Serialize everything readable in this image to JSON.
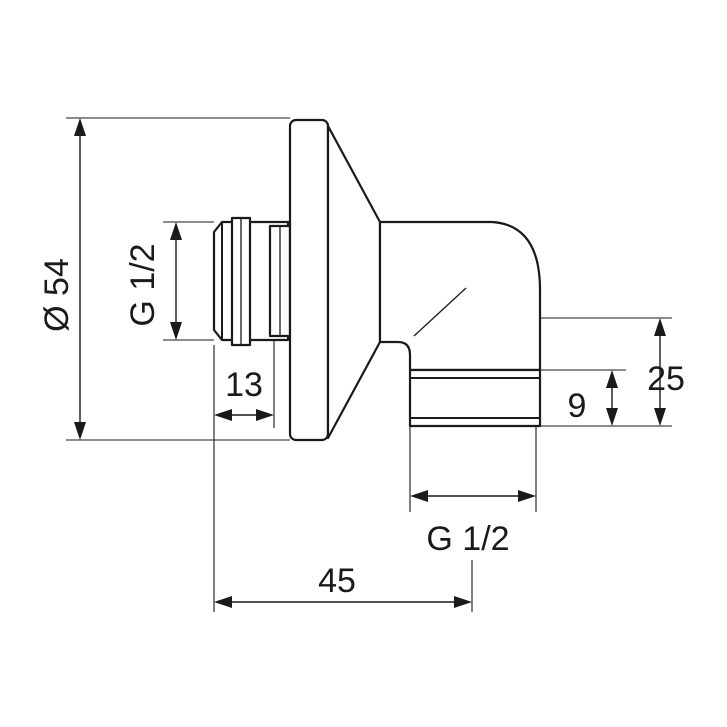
{
  "drawing": {
    "colors": {
      "ink": "#1a1a1a",
      "background": "#ffffff"
    },
    "dimensions": {
      "flange_diameter": "Ø 54",
      "inlet_thread": "G 1/2",
      "thread_length": "13",
      "overall_depth": "45",
      "outlet_thread": "G 1/2",
      "outlet_height": "25",
      "outlet_thread_height": "9"
    }
  }
}
